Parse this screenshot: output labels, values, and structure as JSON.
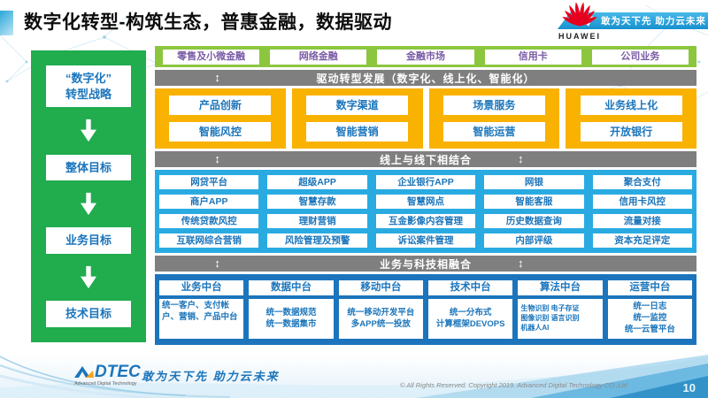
{
  "header": {
    "title": "数字化转型-构筑生态，普惠金融，数据驱动",
    "brand": "HUAWEI",
    "slogan": "敢为天下先 助力云未来"
  },
  "sidebar": {
    "stages": [
      "“数字化”\n转型战略",
      "整体目标",
      "业务目标",
      "技术目标"
    ]
  },
  "business_lines": [
    "零售及小微金融",
    "网络金融",
    "金融市场",
    "信用卡",
    "公司业务"
  ],
  "banners": {
    "drive": "驱动转型发展（数字化、线上化、智能化）",
    "online_offline": "线上与线下相结合",
    "tech_fusion": "业务与科技相融合",
    "updown_arrow": "↕"
  },
  "transform_grid": {
    "columns": [
      [
        "产品创新",
        "智能风控"
      ],
      [
        "数字渠道",
        "智能营销"
      ],
      [
        "场景服务",
        "智能运营"
      ],
      [
        "业务线上化",
        "开放银行"
      ]
    ]
  },
  "capability_grid": {
    "rows": [
      [
        "网贷平台",
        "超级APP",
        "企业银行APP",
        "网银",
        "聚合支付"
      ],
      [
        "商户APP",
        "智慧存款",
        "智慧网点",
        "智能客服",
        "信用卡风控"
      ],
      [
        "传统贷款风控",
        "理财营销",
        "互金影像内容管理",
        "历史数据查询",
        "流量对接"
      ],
      [
        "互联网综合营销",
        "风险管理及预警",
        "诉讼案件管理",
        "内部评级",
        "资本充足评定"
      ]
    ]
  },
  "platforms": [
    {
      "title": "业务中台",
      "detail": "统一客户、支付帐户、营销、产品中台"
    },
    {
      "title": "数据中台",
      "detail": "统一数据规范\n统一数据集市"
    },
    {
      "title": "移动中台",
      "detail": "统一移动开发平台\n多APP统一投放"
    },
    {
      "title": "技术中台",
      "detail": "统一分布式\n计算框架DEVOPS"
    },
    {
      "title": "算法中台",
      "detail": "生物识别 电子存证\n图像识别 语言识别\n机器人AI"
    },
    {
      "title": "运营中台",
      "detail": "统一日志\n统一监控\n统一云管平台"
    }
  ],
  "footer": {
    "logo_text": "DTEC",
    "logo_subtext": "Advanced Digital Technology",
    "slogan": "敢为天下先  助力云未来",
    "copyright": "© All Rights Reserved. Copyright 2019. Advanced Digital Technology CO.,Ltd",
    "page_number": "10"
  },
  "colors": {
    "sidebar_green": "#21AC4E",
    "band_green": "#8CC63F",
    "yellow": "#F9B200",
    "banner_gray": "#7F7F7F",
    "cyan_blue": "#29ABE2",
    "dark_blue": "#1C75BC",
    "box_text_blue": "#1B75BB",
    "purple_text": "#7A5BA6",
    "huawei_red": "#E6001F"
  }
}
